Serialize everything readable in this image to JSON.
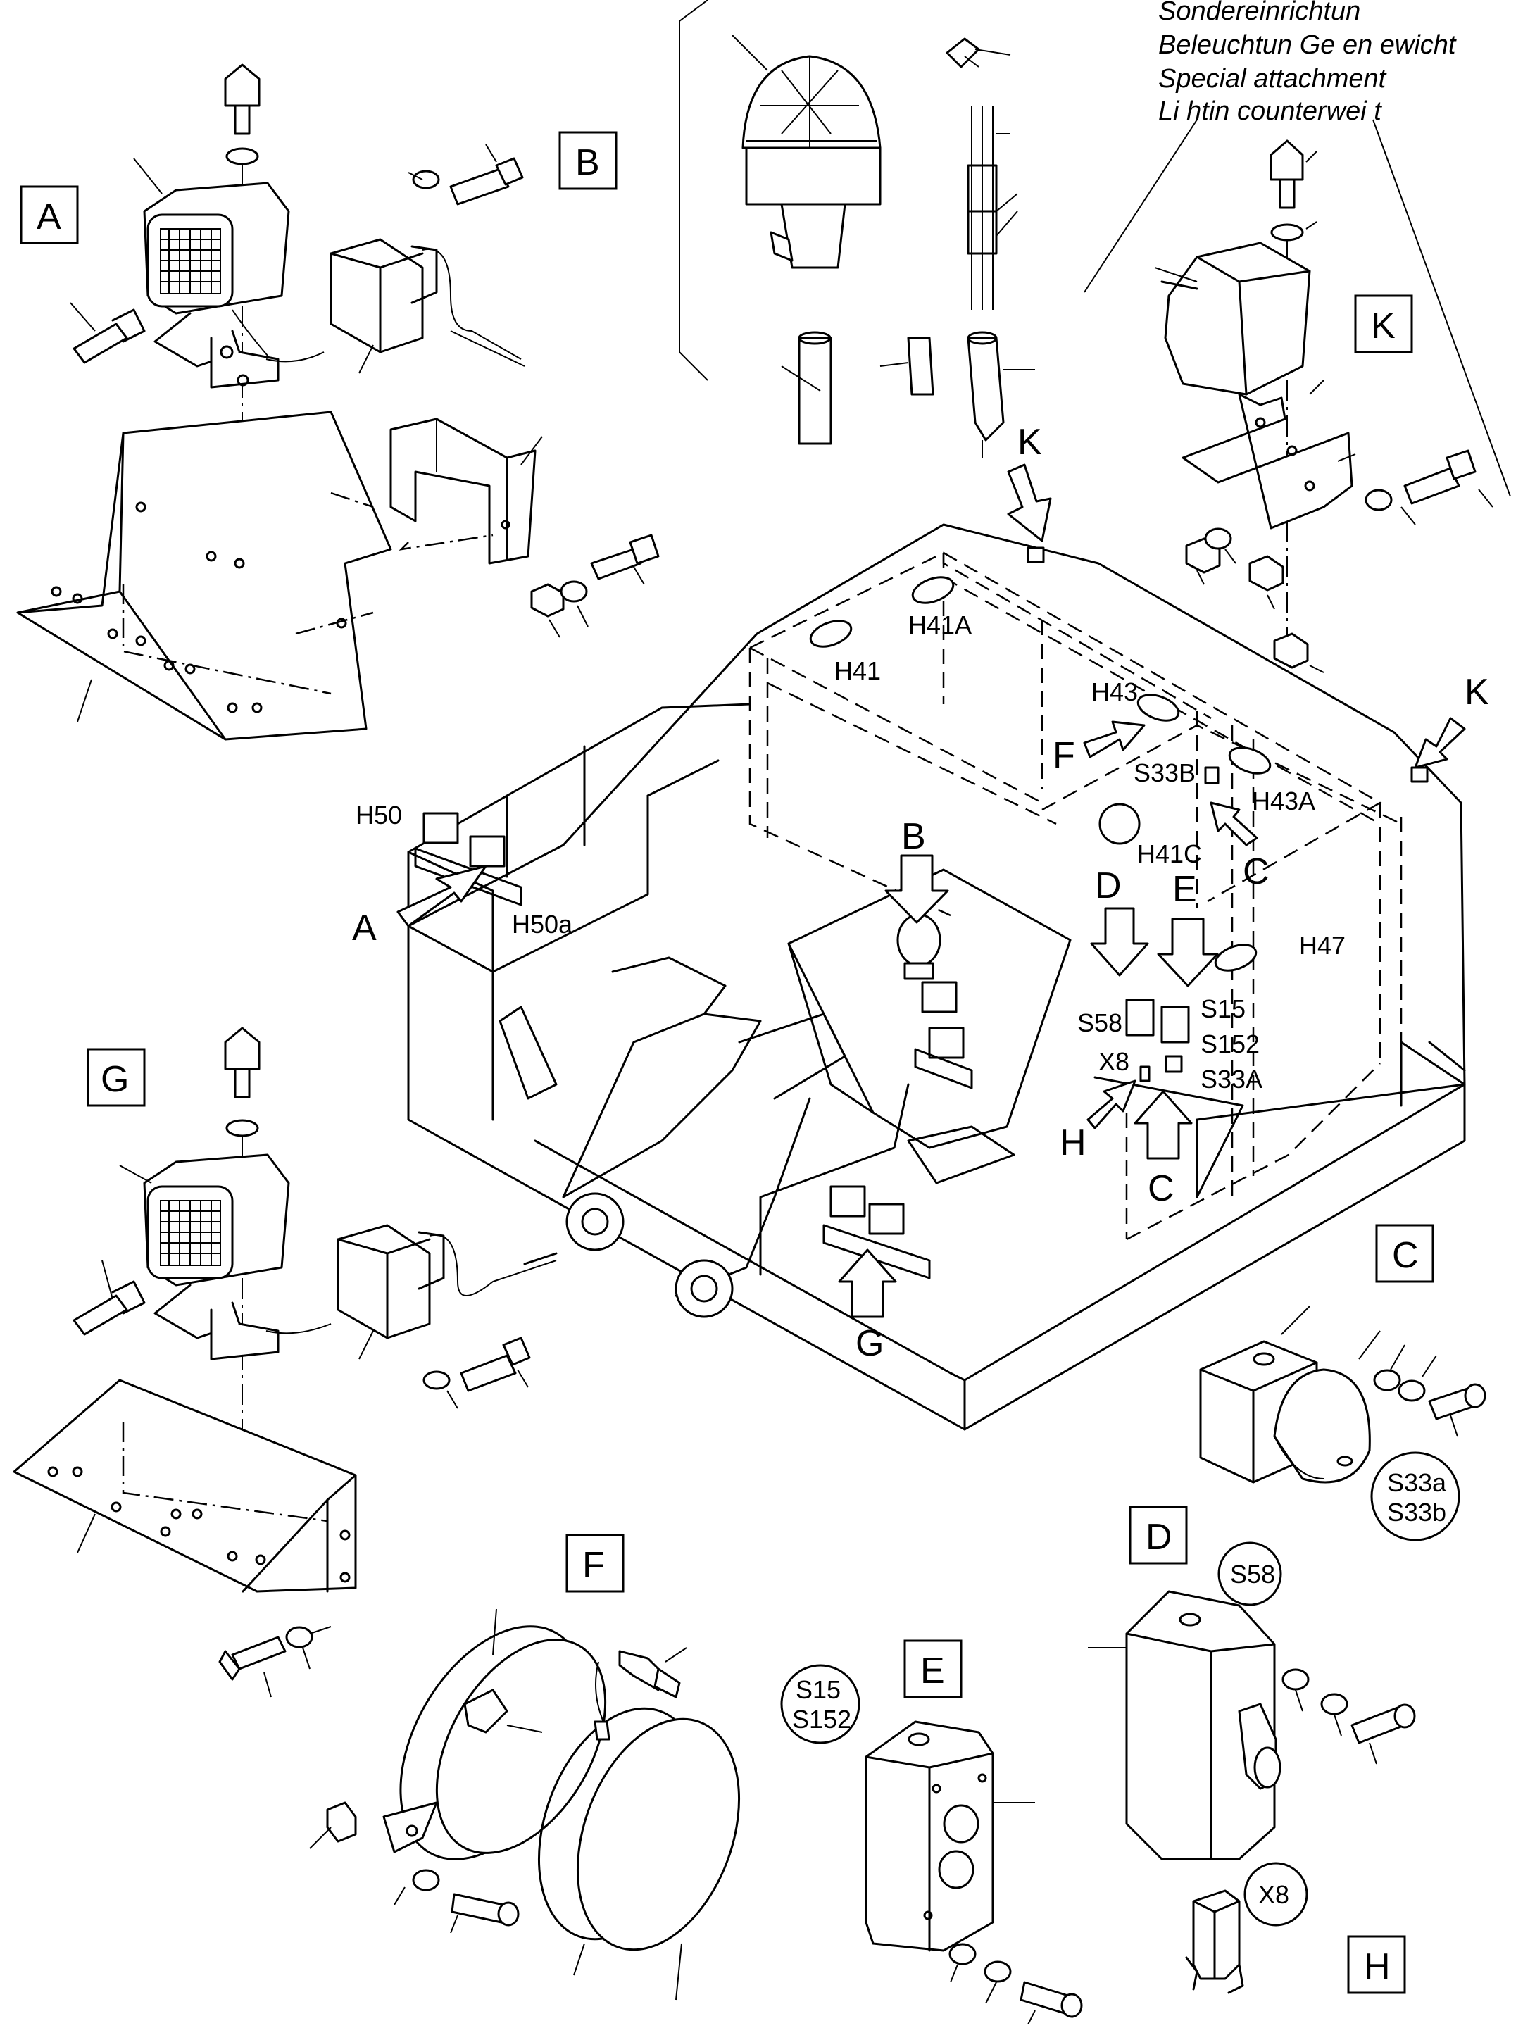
{
  "header": {
    "lines": [
      "Sondereinrichtun",
      "Beleuchtun  Ge en ewicht",
      "Special attachment",
      "Li htin  counterwei t"
    ]
  },
  "detail_letters": {
    "A": "A",
    "B": "B",
    "K": "K",
    "G": "G",
    "C": "C",
    "D": "D",
    "E": "E",
    "F": "F",
    "H": "H"
  },
  "callout_arrows": {
    "A": "A",
    "B": "B",
    "K1": "K",
    "K2": "K",
    "F": "F",
    "C1": "C",
    "D": "D",
    "E": "E",
    "H": "H",
    "C2": "C",
    "G": "G"
  },
  "components": {
    "H41": "H41",
    "H41A": "H41A",
    "H43": "H43",
    "H43A": "H43A",
    "S33B": "S33B",
    "H41C": "H41C",
    "H50": "H50",
    "H50a": "H50a",
    "H47": "H47",
    "S58": "S58",
    "S15": "S15",
    "S152": "S152",
    "X8": "X8",
    "S33A": "S33A"
  },
  "circles": {
    "s33": [
      "S33a",
      "S33b"
    ],
    "s58": "S58",
    "s15": [
      "S15",
      "S152"
    ],
    "x8": "X8"
  }
}
